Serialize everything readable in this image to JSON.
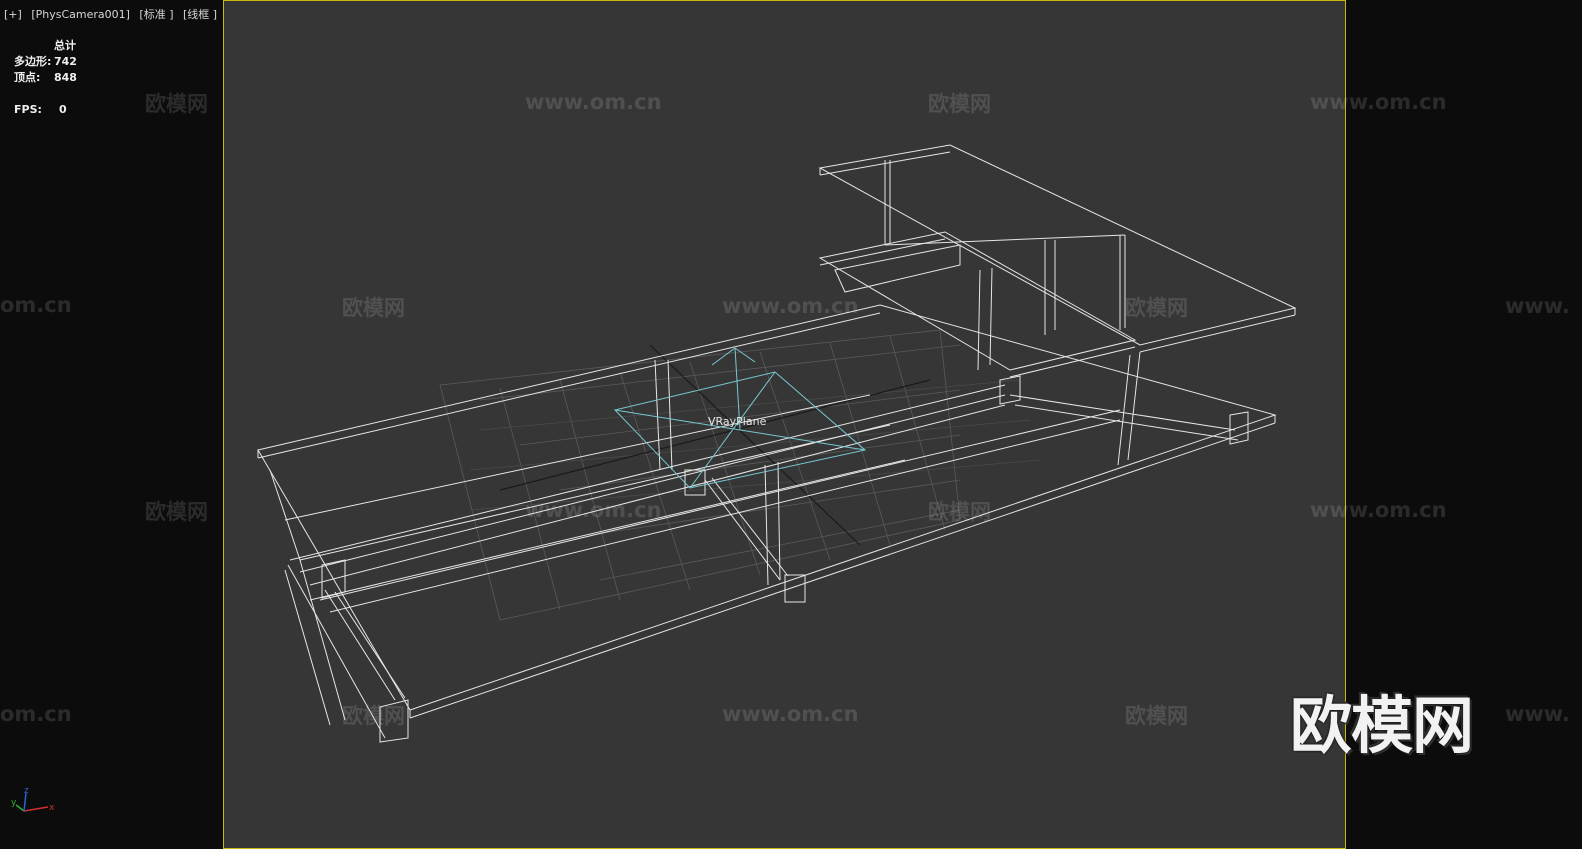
{
  "viewport": {
    "label_parts": [
      "[+]",
      "[PhysCamera001]",
      "[标准 ]",
      "[线框 ]"
    ]
  },
  "stats": {
    "header": "总计",
    "rows": [
      {
        "key": "多边形:",
        "value": "742"
      },
      {
        "key": "顶点:",
        "value": "848"
      }
    ],
    "fps_label": "FPS:",
    "fps_value": "0"
  },
  "scene": {
    "object_label": "VRayPlane",
    "wire_color": "#e6e6e6",
    "light_color": "#78c8d0",
    "grid_color": "#5a5a5a",
    "frame_color": "#c9b90a"
  },
  "watermarks": {
    "logo_text": "欧模网",
    "url_text": "www.om.cn",
    "partial_left": "om.cn",
    "partial_right": "www.",
    "big_logo": "欧模网"
  },
  "axis_gizmo": {
    "x": "x",
    "y": "y",
    "z": "z"
  }
}
